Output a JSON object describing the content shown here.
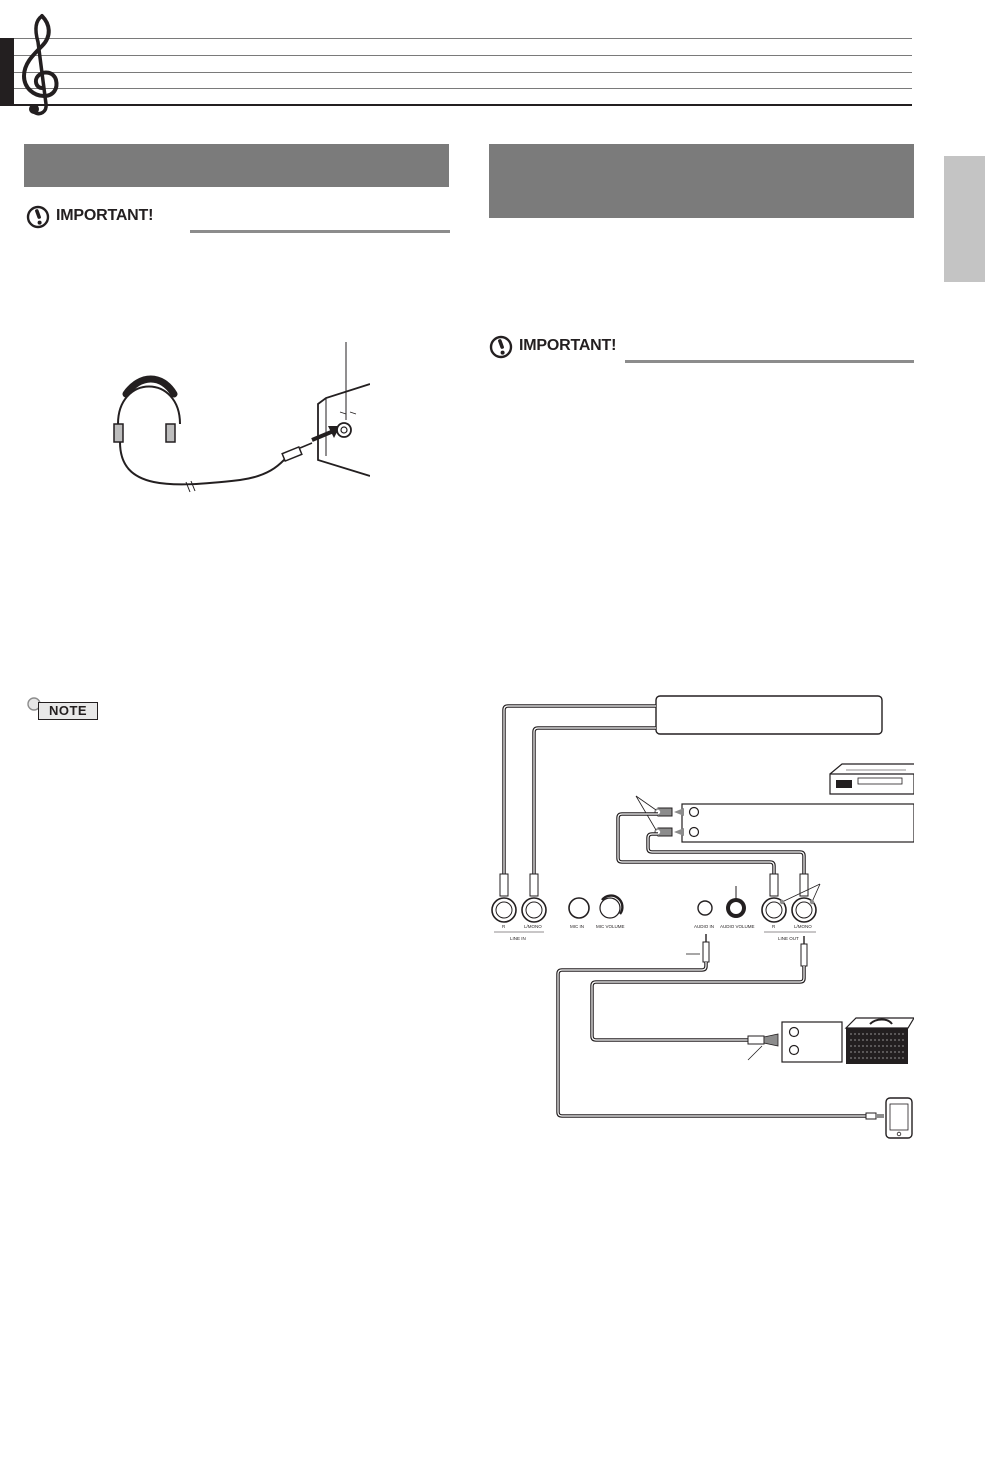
{
  "header": {
    "clef_icon": "treble-clef-icon"
  },
  "left_column": {
    "important_label": "IMPORTANT!",
    "note_label": "NOTE"
  },
  "right_column": {
    "important_label": "IMPORTANT!",
    "jack_labels": {
      "line_in_r": "R",
      "line_in_l": "L/MONO",
      "line_in_group": "LINE IN",
      "mic_in": "MIC IN",
      "mic_volume": "MIC VOLUME",
      "audio_in": "AUDIO IN",
      "audio_volume": "AUDIO VOLUME",
      "line_out_r": "R",
      "line_out_l": "L/MONO",
      "line_out_group": "LINE OUT"
    }
  },
  "colors": {
    "section_bar": "#7b7b7b",
    "side_tab": "#c4c4c4",
    "rule": "#8c8c8c",
    "ink": "#231f20"
  }
}
